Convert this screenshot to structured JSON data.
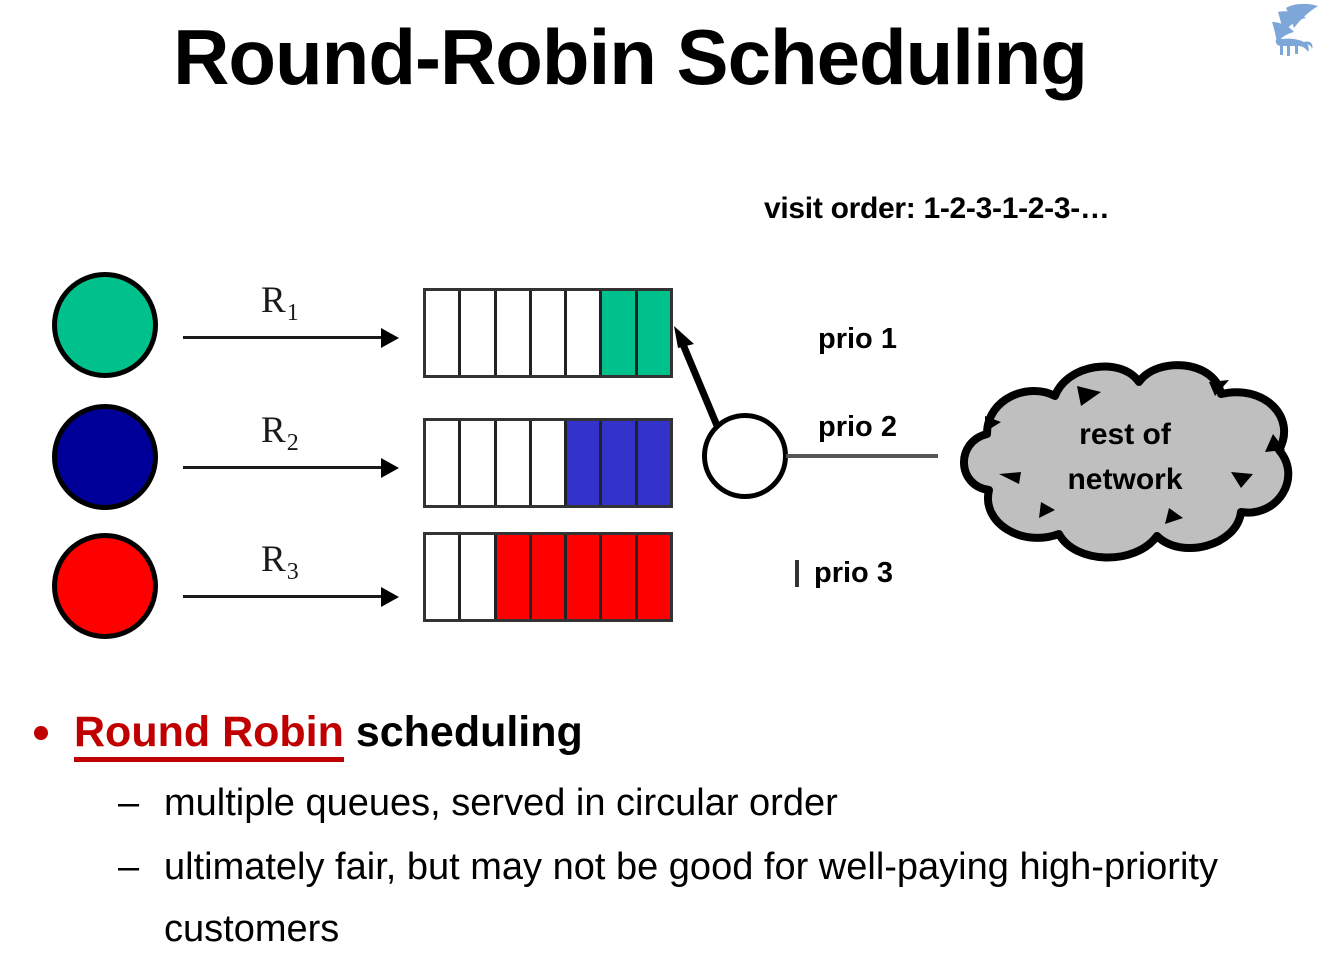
{
  "slide": {
    "title": "Round-Robin Scheduling",
    "logo_name": "winged-griffin-logo",
    "logo_color": "#7DA7D9"
  },
  "diagram": {
    "visit_order": "visit order: 1-2-3-1-2-3-…",
    "sources": [
      {
        "name": "source-1",
        "color": "#00C08C",
        "arrow_label": "R",
        "arrow_sub": "1"
      },
      {
        "name": "source-2",
        "color": "#000099",
        "arrow_label": "R",
        "arrow_sub": "2"
      },
      {
        "name": "source-3",
        "color": "#FF0000",
        "arrow_label": "R",
        "arrow_sub": "3"
      }
    ],
    "queues": [
      {
        "name": "queue-prio-1",
        "cells": 7,
        "filled": 2,
        "fill_color": "#00C08C"
      },
      {
        "name": "queue-prio-2",
        "cells": 7,
        "filled": 3,
        "fill_color": "#3333CC"
      },
      {
        "name": "queue-prio-3",
        "cells": 7,
        "filled": 5,
        "fill_color": "#FF0000"
      }
    ],
    "prio_labels": [
      "prio 1",
      "prio 2",
      "prio 3"
    ],
    "cloud": {
      "line1": "rest of",
      "line2": "network",
      "fill_color": "#BFBFBF"
    }
  },
  "body": {
    "bullet_main_emph": "Round Robin",
    "bullet_main_rest": " scheduling",
    "sub_bullets": [
      "multiple queues, served in circular order",
      "ultimately fair, but may not be good for well-paying high-priority customers"
    ],
    "dash": "–"
  }
}
